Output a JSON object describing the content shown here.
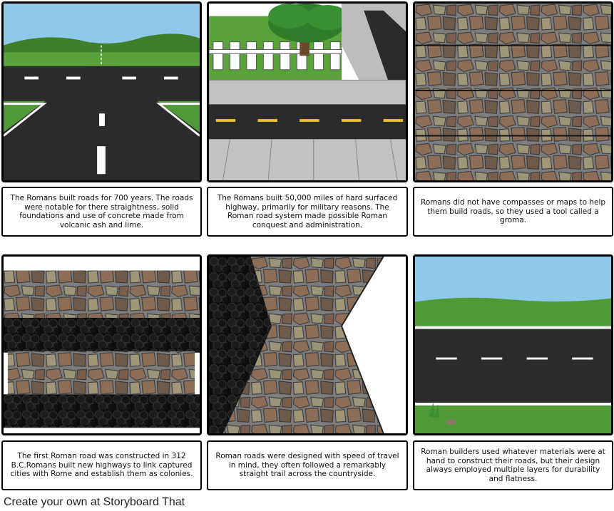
{
  "panels": [
    {
      "caption": "The Romans built roads for 700 years. The roads were notable for there straightness, solid foundations and use of concrete made from volcanic ash and lime."
    },
    {
      "caption": "The Romans built 50,000 miles of hard surfaced highway, primarily for military reasons. The Roman road system made possible Roman conquest and administration."
    },
    {
      "caption": "Romans did not have compasses or maps to help them build roads, so they used a tool called a groma."
    },
    {
      "caption": "The first Roman road was constructed in 312 B.C.Romans built new highways to link captured cities with Rome and establish them as colonies."
    },
    {
      "caption": "Roman roads were designed with speed of travel in mind, they often followed a remarkably straight trail across the countryside."
    },
    {
      "caption": "Roman builders used whatever materials were at hand to construct their roads, but their design always employed multiple layers for durability and flatness."
    }
  ],
  "footer": {
    "text": "Create your own at Storyboard That"
  },
  "colors": {
    "sky": "#8fc9ea",
    "grass": "#4f9a36",
    "asphalt": "#2b2b2b",
    "stone_mortar": "#8a8a8a",
    "stone_brown": "#8c6e58",
    "stone_grey": "#9a9578"
  }
}
